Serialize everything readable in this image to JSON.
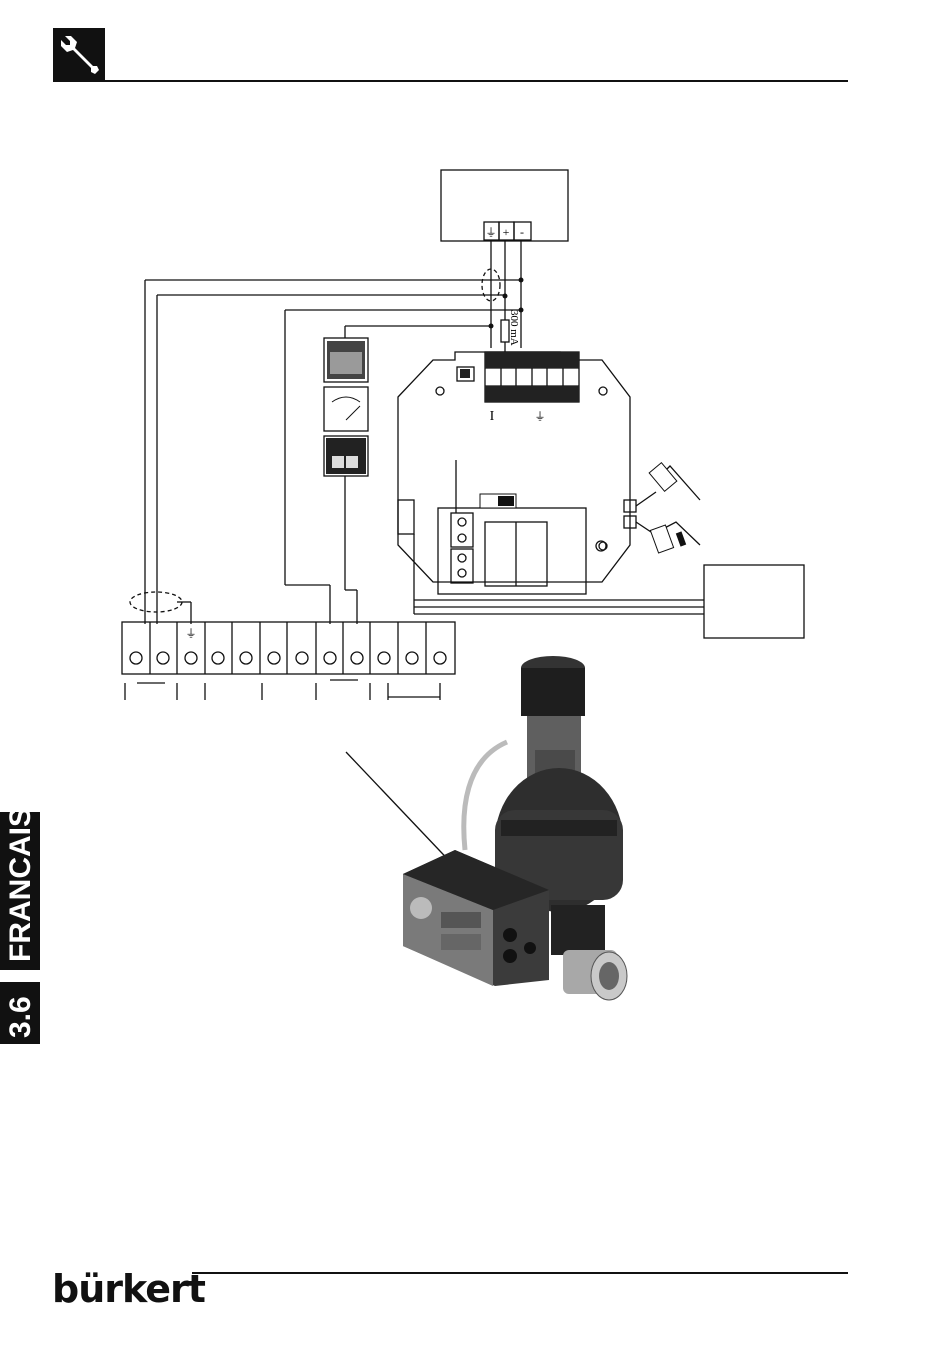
{
  "header": {
    "icon": "wrench-icon"
  },
  "side_tab": {
    "language": "FRANCAIS",
    "section": "3.6"
  },
  "diagram": {
    "supply_terminals": {
      "ground": "⏚",
      "plus": "+",
      "minus": "-"
    },
    "fuse_label": "300 mA",
    "board_marks": {
      "current_mark": "I",
      "ground_mark": "⏚"
    },
    "terminal_strip": {
      "ground": "⏚"
    }
  },
  "footer": {
    "logo": "bürkert"
  },
  "colors": {
    "ink": "#111111",
    "paper": "#ffffff",
    "photo_grey": "#6d6d6d"
  }
}
